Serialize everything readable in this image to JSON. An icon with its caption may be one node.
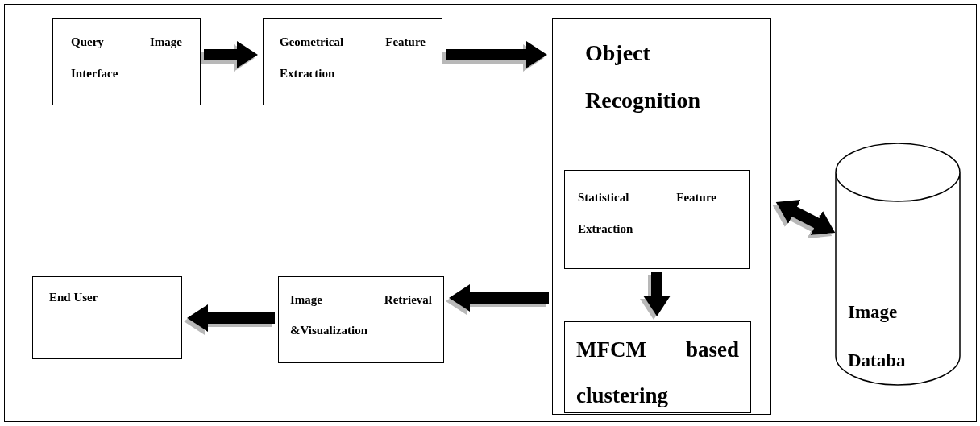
{
  "diagram": {
    "nodes": [
      {
        "text": [
          "Query Image Interface"
        ]
      },
      {
        "text": [
          "Geometrical Feature Extraction"
        ]
      },
      {
        "text": [
          "Object Recognition"
        ]
      },
      {
        "text": [
          "Statistical Feature Extraction"
        ],
        "in": 2
      },
      {
        "text": [
          "MFCM based clustering"
        ],
        "in": 2
      },
      {
        "text": [
          "Image Databa"
        ]
      },
      {
        "text": [
          "Image Retrieval &Visualization"
        ]
      },
      {
        "text": [
          "End User"
        ]
      }
    ],
    "edges": [
      {
        "from": 0,
        "to": 1,
        "arrow": "to"
      },
      {
        "from": 1,
        "to": 2,
        "arrow": "to"
      },
      {
        "from": 3,
        "to": 4,
        "arrow": "to"
      },
      {
        "from": 2,
        "to": 5,
        "arrow": "both"
      },
      {
        "from": 2,
        "to": 6,
        "arrow": "to"
      },
      {
        "from": 6,
        "to": 7,
        "arrow": "to"
      }
    ]
  }
}
